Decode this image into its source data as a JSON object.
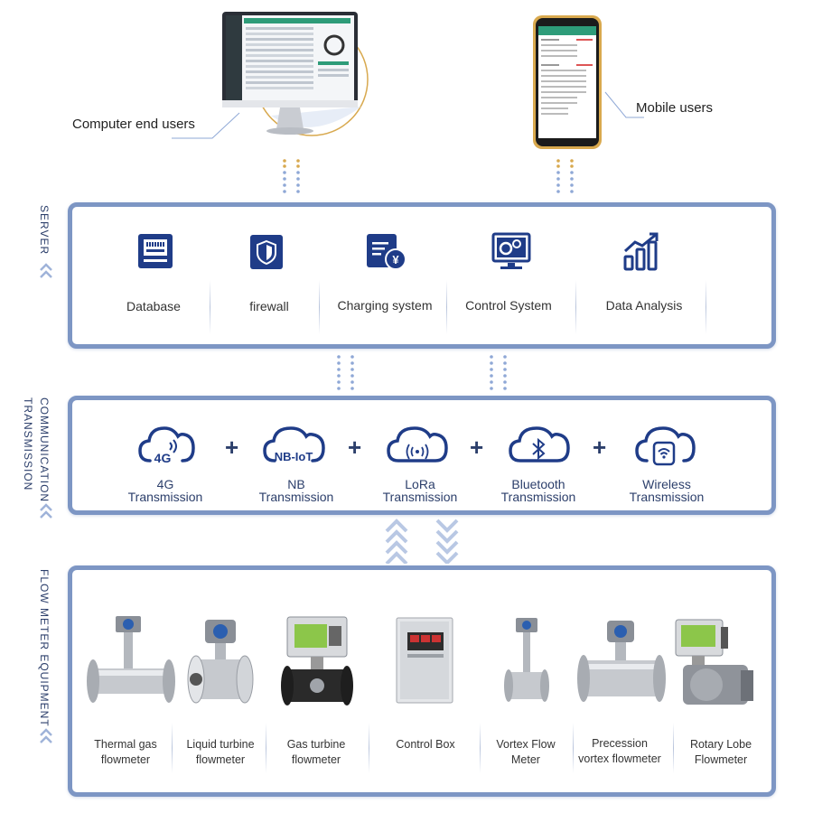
{
  "users": {
    "computer_label": "Computer end users",
    "mobile_label": "Mobile users"
  },
  "sections": {
    "server": "SERVER",
    "communication": "COMMUNICATION TRANSMISSION",
    "equipment": "FLOW METER EQUIPMENT"
  },
  "server_items": [
    {
      "label": "Database",
      "icon": "database-icon"
    },
    {
      "label": "firewall",
      "icon": "shield-icon"
    },
    {
      "label": "Charging system",
      "icon": "billing-icon"
    },
    {
      "label": "Control System",
      "icon": "gears-monitor-icon"
    },
    {
      "label": "Data Analysis",
      "icon": "bar-growth-icon"
    }
  ],
  "comm_items": [
    {
      "line1": "4G",
      "line2": "Transmission",
      "badge": "4G"
    },
    {
      "line1": "NB",
      "line2": "Transmission",
      "badge": "NB-IoT"
    },
    {
      "line1": "LoRa",
      "line2": "Transmission",
      "icon": "wireless-signal-icon"
    },
    {
      "line1": "Bluetooth",
      "line2": "Transmission",
      "icon": "bluetooth-icon"
    },
    {
      "line1": "Wireless",
      "line2": "Transmission",
      "icon": "wifi-icon"
    }
  ],
  "plus_sign": "+",
  "equipment": [
    {
      "line1": "Thermal gas",
      "line2": "flowmeter"
    },
    {
      "line1": "Liquid turbine",
      "line2": "flowmeter"
    },
    {
      "line1": "Gas turbine",
      "line2": "flowmeter"
    },
    {
      "line1": "Control Box",
      "line2": ""
    },
    {
      "line1": "Vortex Flow",
      "line2": "Meter"
    },
    {
      "line1": "Precession",
      "line2": "vortex flowmeter"
    },
    {
      "line1": "Rotary Lobe",
      "line2": "Flowmeter"
    }
  ],
  "colors": {
    "panel_border": "#7d96c4",
    "navy": "#1f3c88",
    "text_dark": "#2c3f6b",
    "dot_gold": "#d8a94f",
    "dot_blue": "#8fa8d6"
  }
}
